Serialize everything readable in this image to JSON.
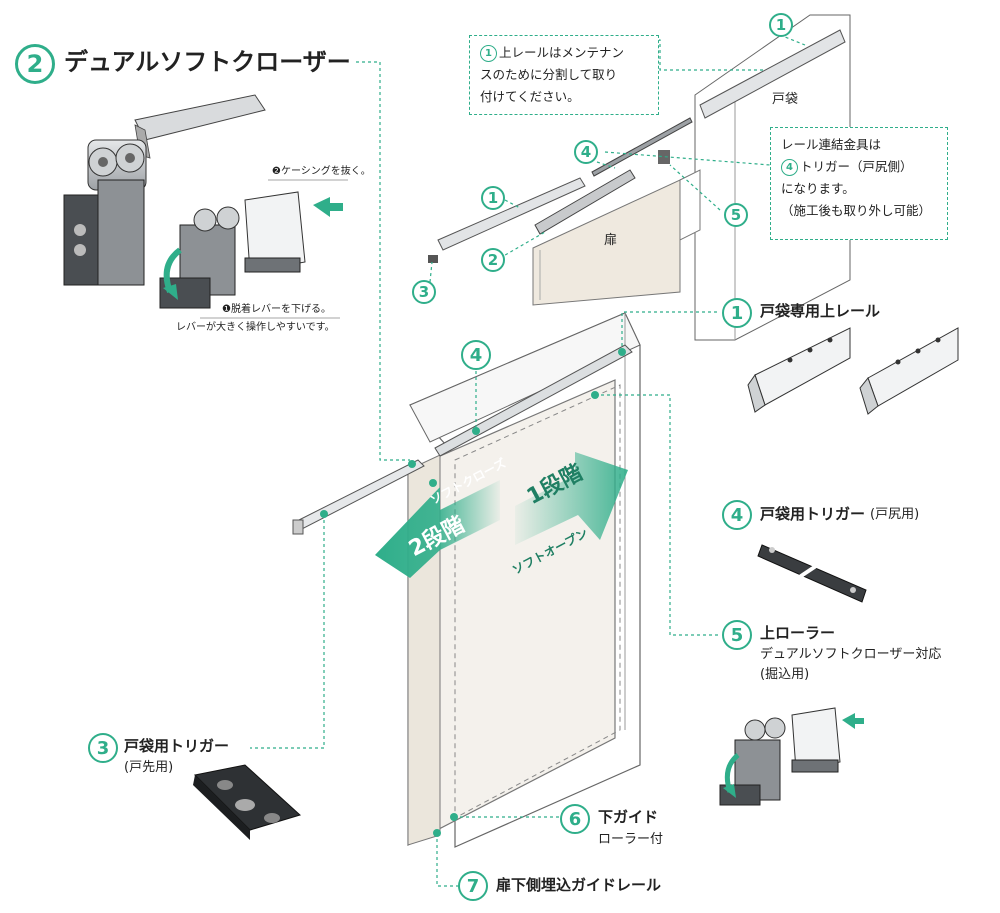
{
  "title": {
    "number": "2",
    "text": "デュアルソフトクローザー"
  },
  "callouts": {
    "casing": "❷ケーシングを抜く。",
    "lever_line1": "❶脱着レバーを下げる。",
    "lever_line2": "レバーが大きく操作しやすいです。"
  },
  "rail_note": {
    "num": "1",
    "line1": "上レールはメンテナン",
    "line2": "スのために分割して取り",
    "line3": "付けてください。"
  },
  "connector_note": {
    "line1": "レール連結金具は",
    "num": "4",
    "line2": "トリガー（戸尻側）",
    "line3": "になります。",
    "line4": "（施工後も取り外し可能）"
  },
  "exploded": {
    "pocket": "戸袋",
    "door": "扉",
    "n1a": "1",
    "n1b": "1",
    "n2": "2",
    "n3": "3",
    "n4": "4",
    "n5": "5"
  },
  "main": {
    "n4": "4",
    "arrow_left_top": "ソフトクローズ",
    "arrow_left_bottom": "2段階",
    "arrow_right_top": "1段階",
    "arrow_right_bottom": "ソフトオープン"
  },
  "parts": [
    {
      "num": "1",
      "name": "戸袋専用上レール",
      "sub": ""
    },
    {
      "num": "4",
      "name": "戸袋用トリガー",
      "sub": "(戸尻用)"
    },
    {
      "num": "5",
      "name": "上ローラー",
      "sub": "デュアルソフトクローザー対応",
      "sub2": "(掘込用)"
    },
    {
      "num": "3",
      "name": "戸袋用トリガー",
      "sub": "(戸先用)"
    },
    {
      "num": "6",
      "name": "下ガイド",
      "sub": "ローラー付"
    },
    {
      "num": "7",
      "name": "扉下側埋込ガイドレール",
      "sub": ""
    }
  ],
  "colors": {
    "accent": "#2fae8a",
    "ink": "#222222",
    "panel": "#f4f1ec",
    "metal": "#bfc2c4",
    "dark": "#3a3d40"
  }
}
